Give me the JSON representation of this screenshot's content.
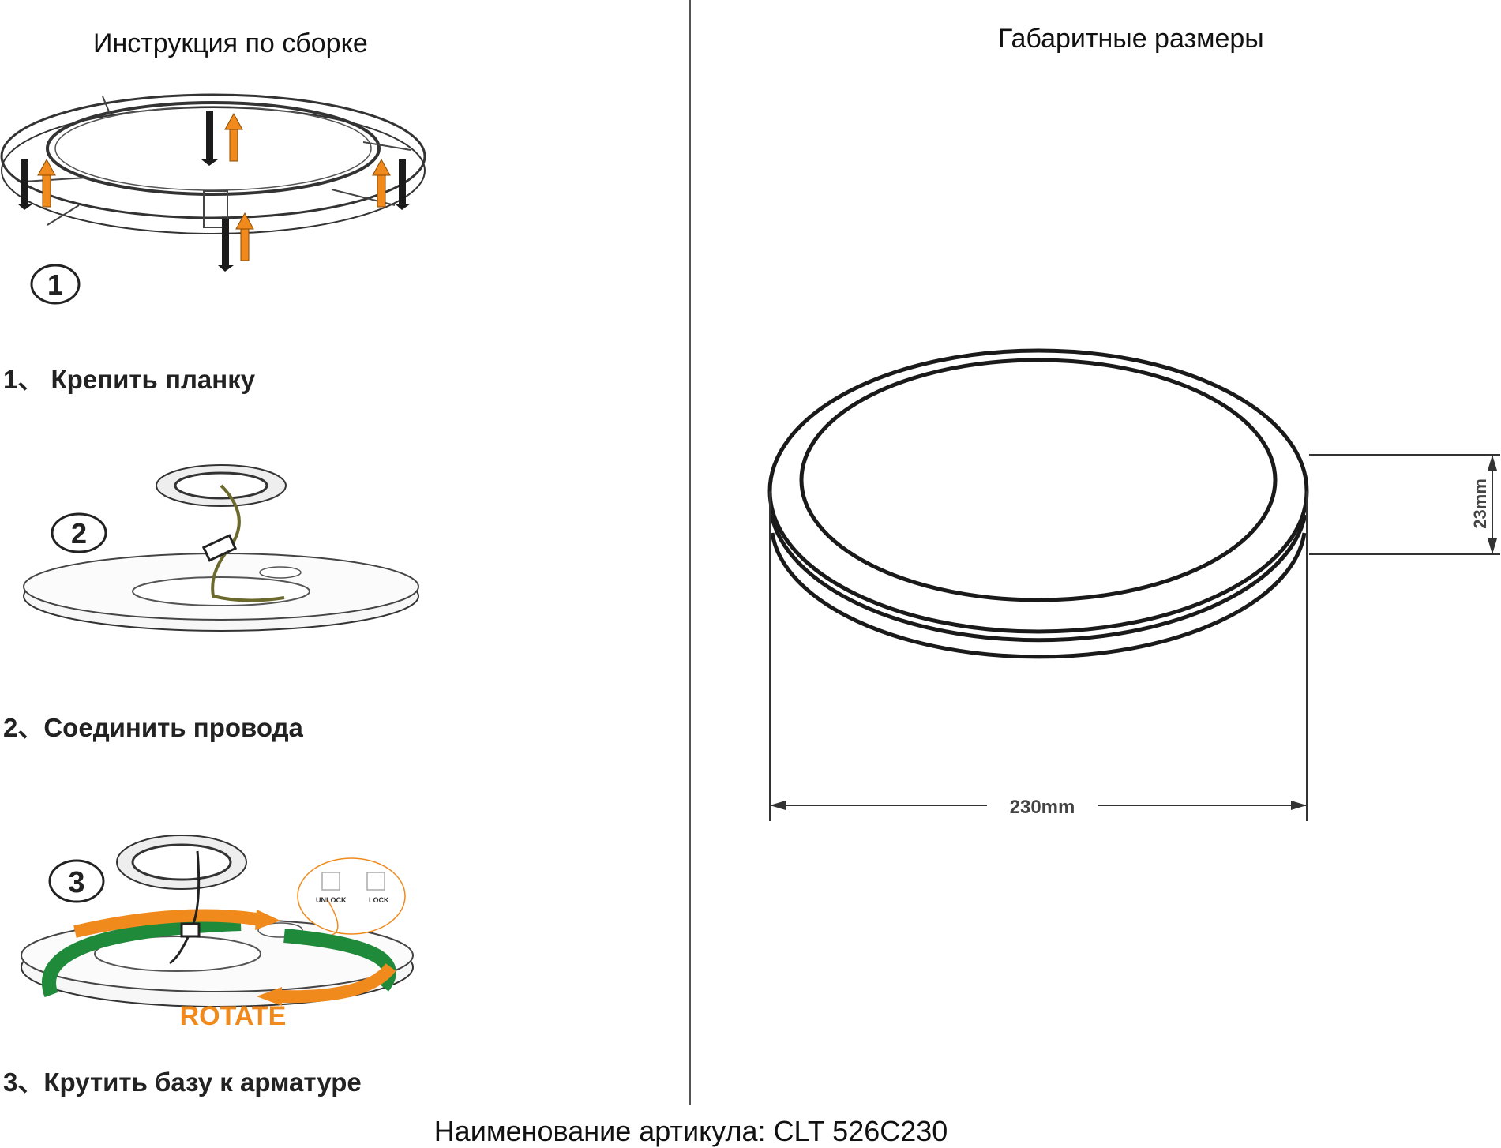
{
  "left_title": "Инструкция по сборке",
  "right_title": "Габаритные размеры",
  "steps": [
    {
      "badge": "1",
      "label": "1、  Крепить планку"
    },
    {
      "badge": "2",
      "label": "2、Соединить провода"
    },
    {
      "badge": "3",
      "label": "3、Крутить базу к арматуре"
    }
  ],
  "step3_rotate_text": "ROTATE",
  "step3_unlock_text": "UNLOCK",
  "step3_lock_text": "LOCK",
  "dimensions": {
    "diameter": "230mm",
    "height": "23mm"
  },
  "footer": "Наименование артикула: CLT 526C230",
  "colors": {
    "arrow_orange": "#f08a1c",
    "rotate_green": "#1f8a3a",
    "line": "#1a1a1a"
  }
}
